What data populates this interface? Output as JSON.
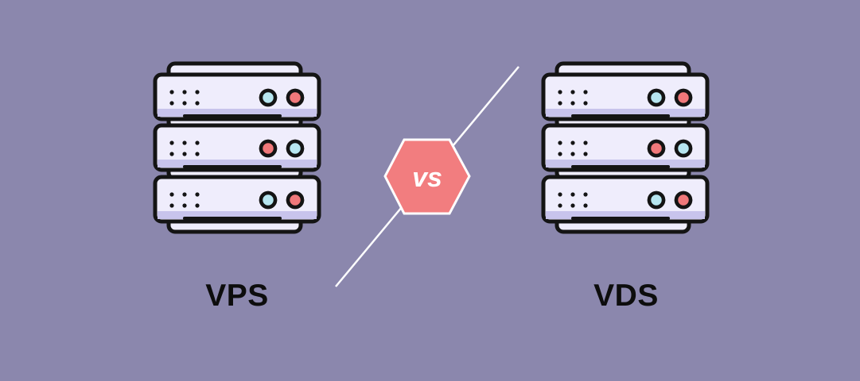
{
  "comparison": {
    "left_label": "VPS",
    "right_label": "VDS",
    "versus_label": "vs"
  },
  "icons": {
    "left": "server-rack-icon",
    "right": "server-rack-icon",
    "center": "versus-hexagon-icon"
  },
  "colors": {
    "background": "#8b87ad",
    "server_body": "#efedfc",
    "server_shadow": "#c8c4ec",
    "outline": "#141414",
    "light_led": "#b7e6f0",
    "red_led": "#f0787a",
    "badge": "#f27d7f",
    "divider": "#ffffff"
  }
}
